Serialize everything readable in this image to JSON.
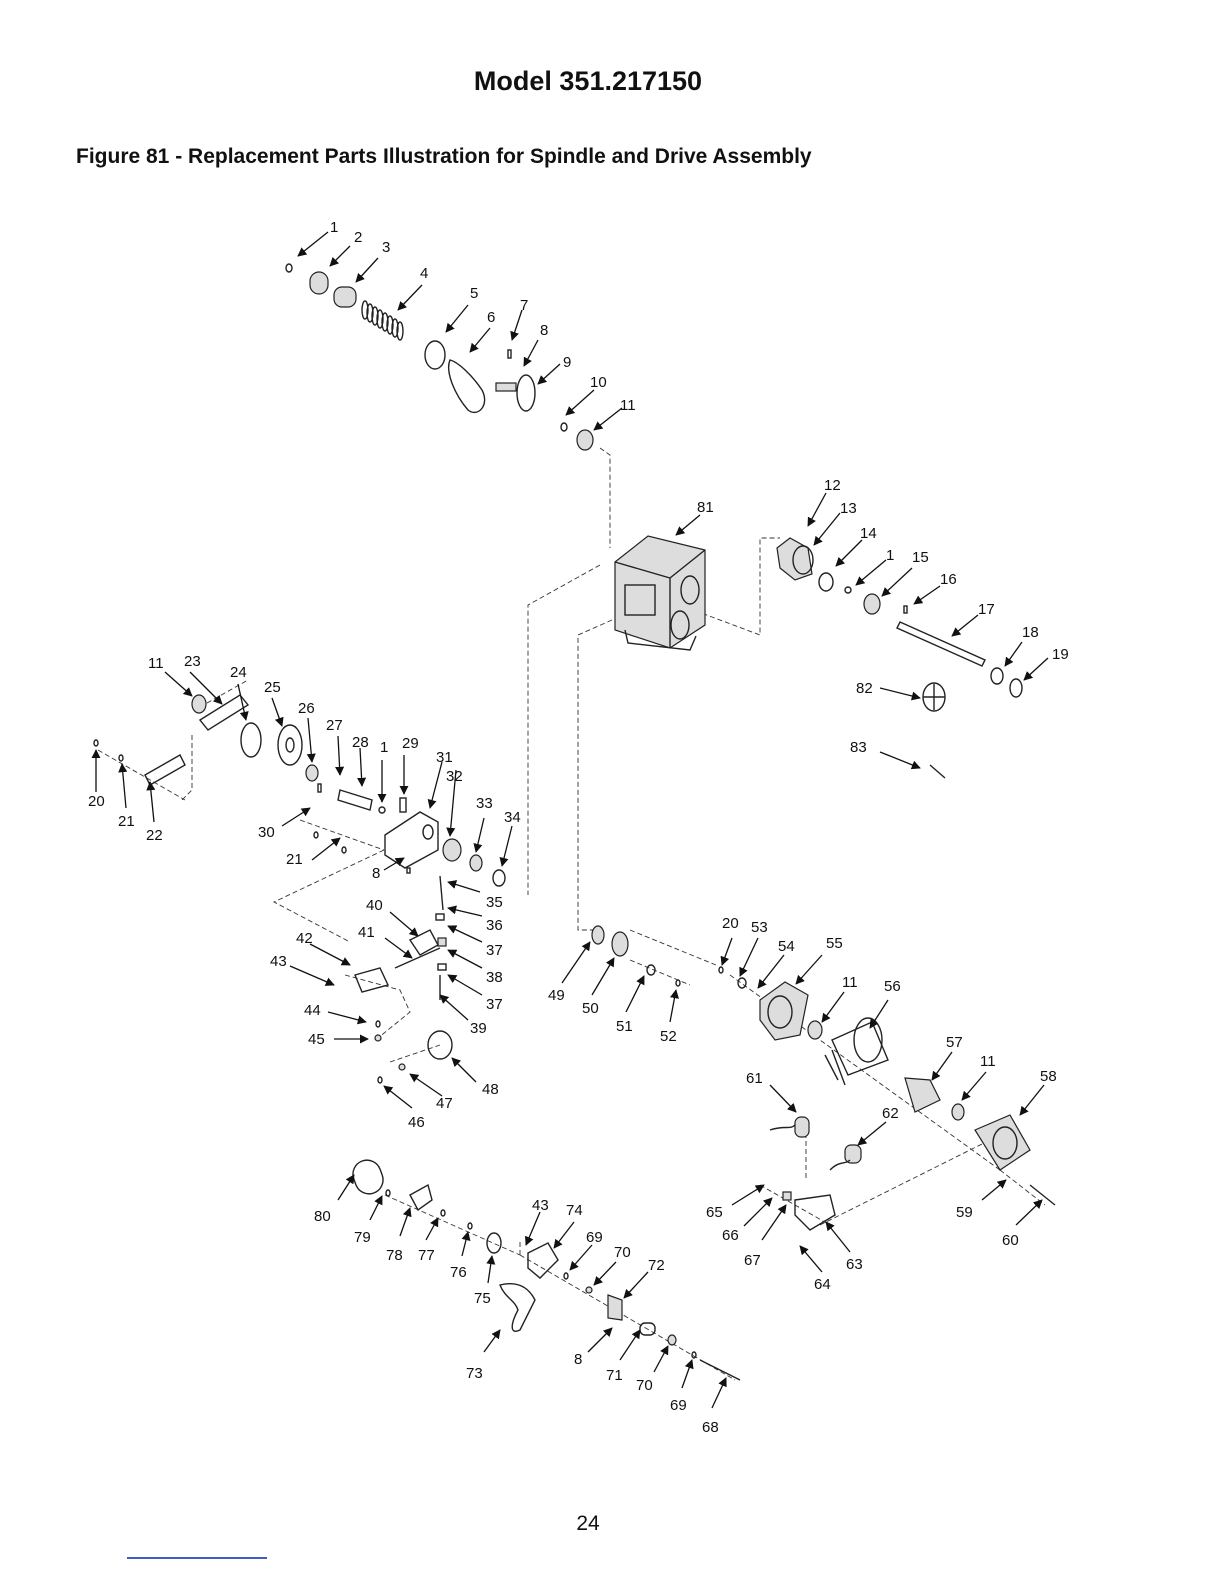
{
  "header": {
    "model_title": "Model 351.217150",
    "figure_caption": "Figure 81 - Replacement Parts Illustration for Spindle and Drive Assembly"
  },
  "footer": {
    "page_number": "24"
  },
  "diagram": {
    "callouts": [
      "1",
      "2",
      "3",
      "4",
      "5",
      "6",
      "7",
      "8",
      "9",
      "10",
      "11",
      "81",
      "12",
      "13",
      "14",
      "1",
      "15",
      "16",
      "17",
      "18",
      "19",
      "82",
      "83",
      "11",
      "23",
      "24",
      "25",
      "26",
      "27",
      "28",
      "1",
      "29",
      "31",
      "32",
      "33",
      "34",
      "20",
      "21",
      "22",
      "30",
      "21",
      "8",
      "35",
      "36",
      "37",
      "38",
      "37",
      "39",
      "40",
      "41",
      "42",
      "43",
      "44",
      "45",
      "48",
      "47",
      "46",
      "20",
      "53",
      "54",
      "55",
      "11",
      "56",
      "49",
      "50",
      "51",
      "52",
      "57",
      "11",
      "58",
      "61",
      "62",
      "65",
      "66",
      "67",
      "63",
      "64",
      "59",
      "60",
      "80",
      "79",
      "78",
      "77",
      "76",
      "75",
      "43",
      "74",
      "69",
      "70",
      "72",
      "73",
      "8",
      "71",
      "70",
      "69",
      "68"
    ]
  }
}
